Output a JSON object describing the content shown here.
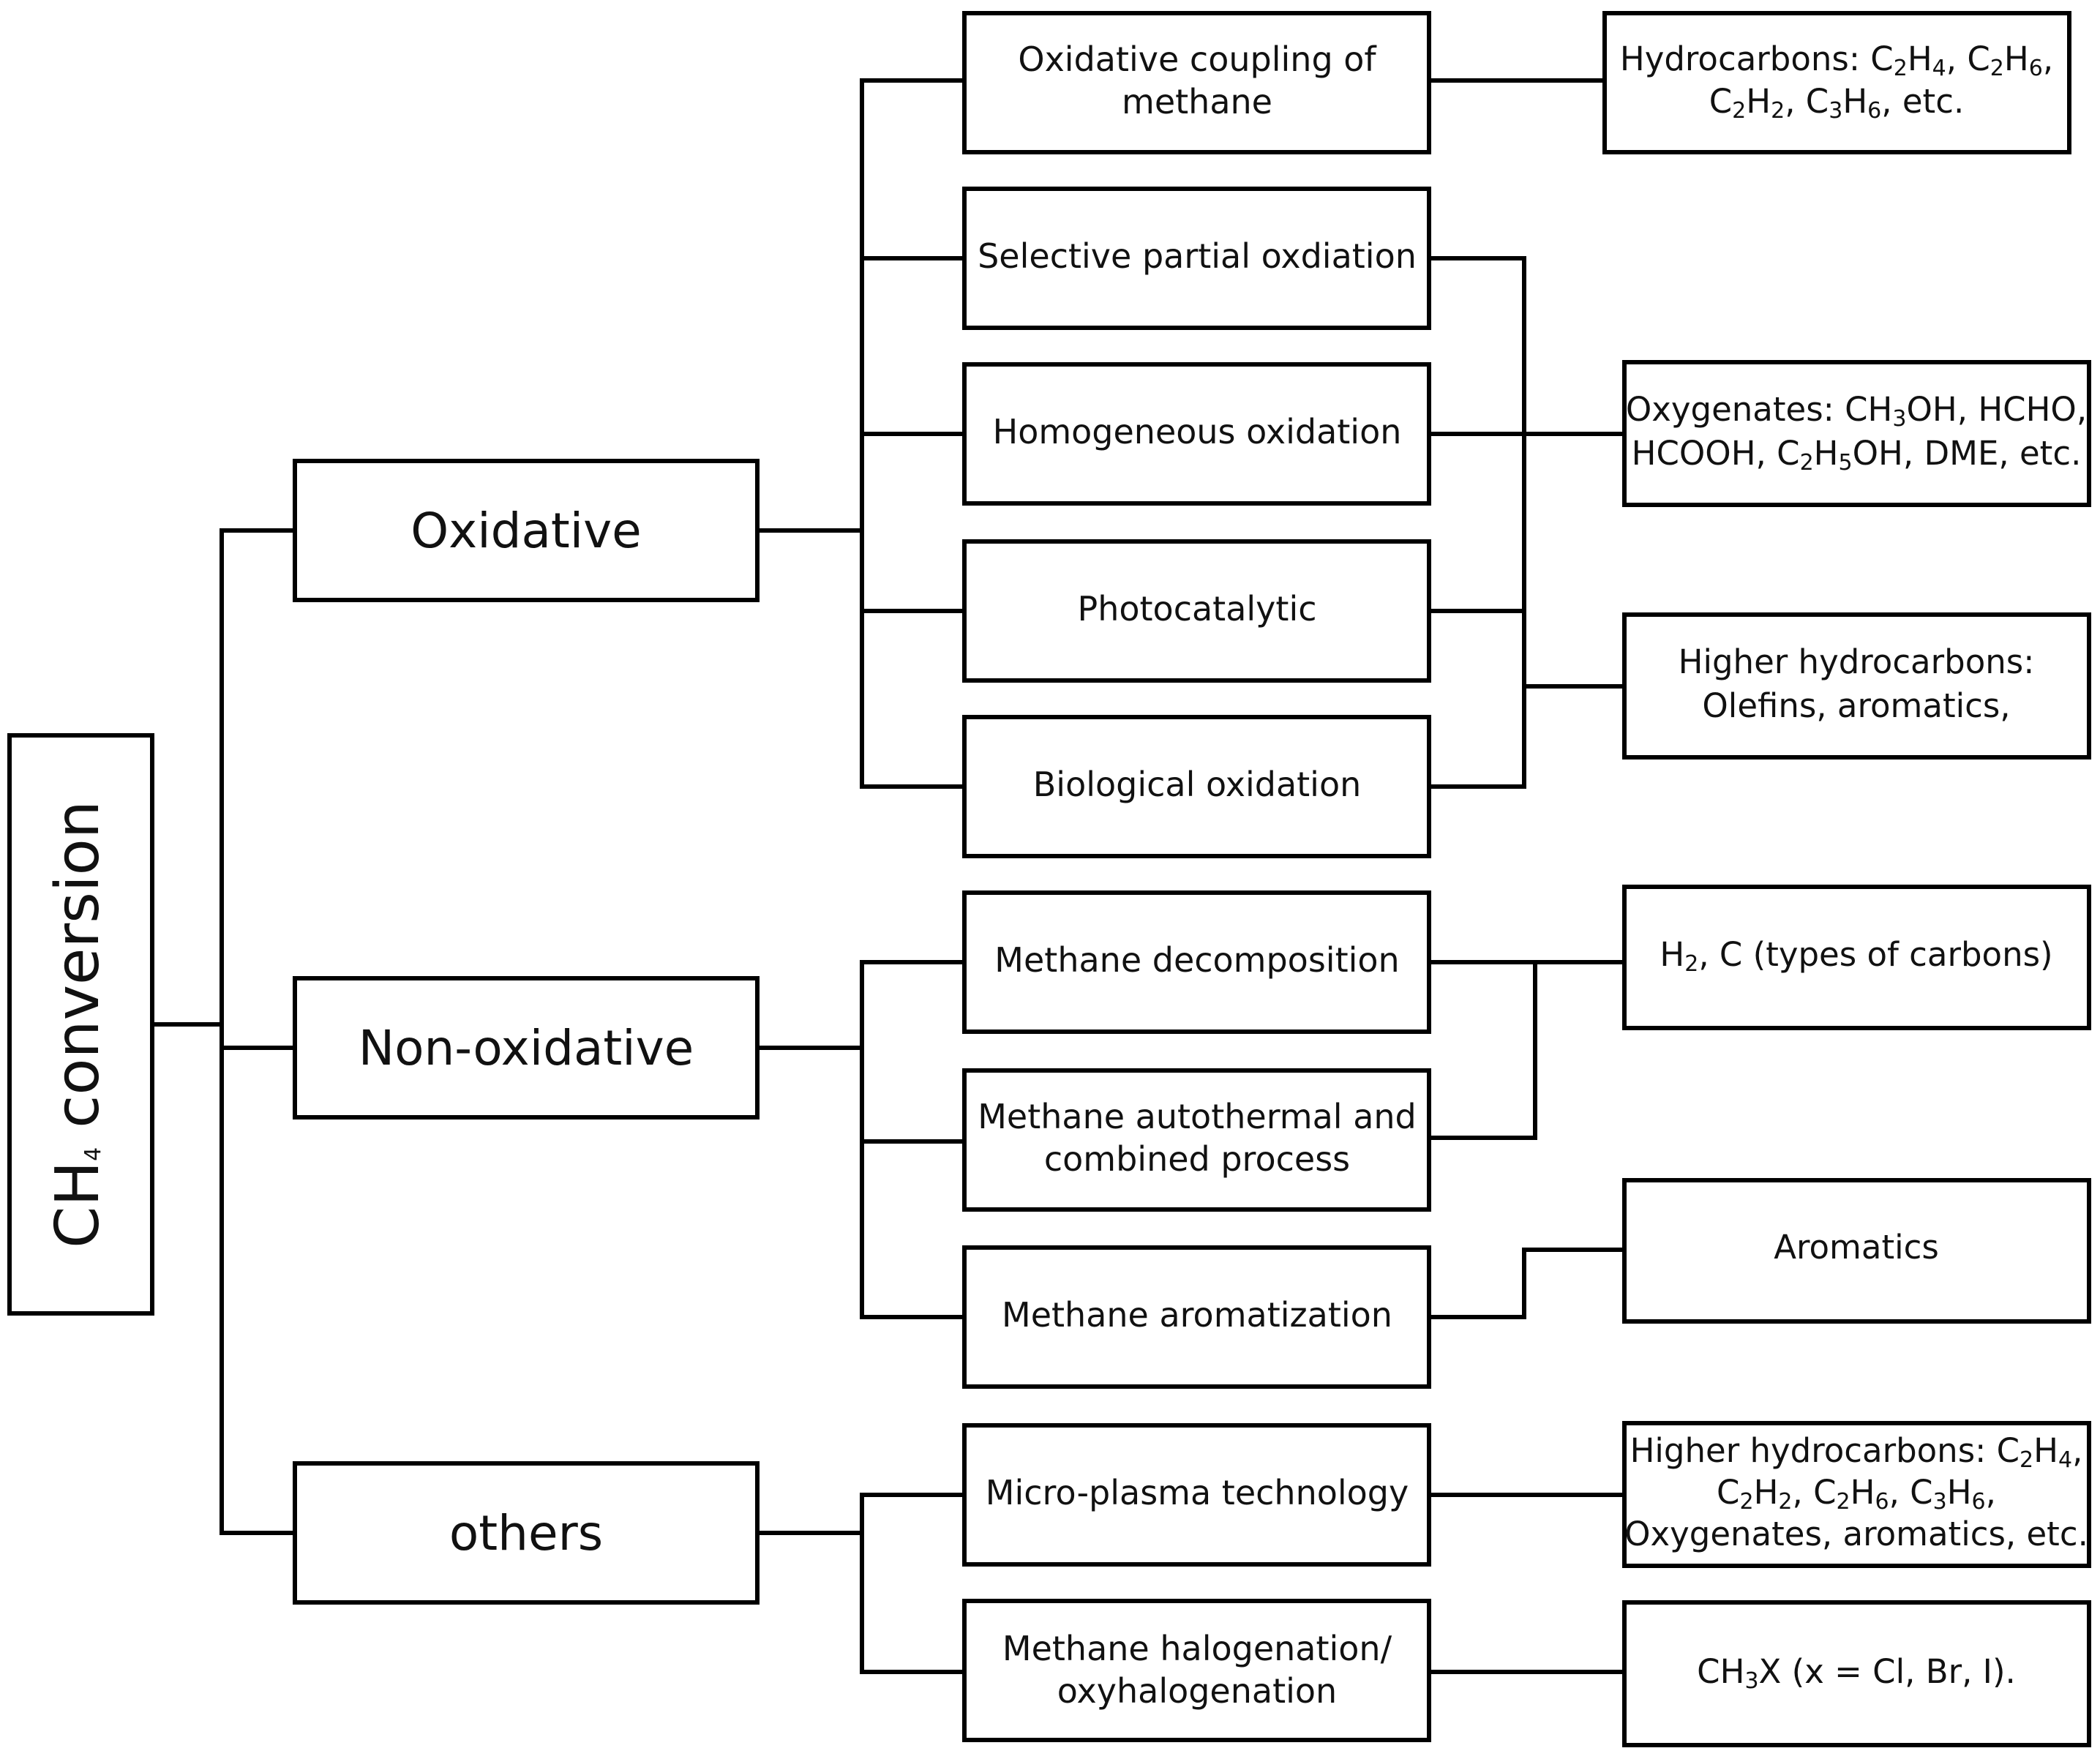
{
  "root": {
    "segments": [
      {
        "t": "CH"
      },
      {
        "t": "4",
        "sub": true
      },
      {
        "t": " conversion"
      }
    ]
  },
  "categories": {
    "oxidative": "Oxidative",
    "non_oxidative": "Non-oxidative",
    "others": "others"
  },
  "processes": {
    "ocm": [
      "Oxidative coupling of",
      "methane"
    ],
    "selective_partial": [
      "Selective partial oxdiation"
    ],
    "homogeneous": [
      "Homogeneous oxidation"
    ],
    "photocatalytic": [
      "Photocatalytic"
    ],
    "biological": [
      "Biological oxidation"
    ],
    "decomposition": [
      "Methane decomposition"
    ],
    "autothermal": [
      "Methane autothermal and",
      "combined process"
    ],
    "aromatization": [
      "Methane aromatization"
    ],
    "microplasma": [
      "Micro-plasma technology"
    ],
    "halogenation": [
      "Methane halogenation/",
      "oxyhalogenation"
    ]
  },
  "products": {
    "hydrocarbons": [
      [
        {
          "t": "Hydrocarbons: C"
        },
        {
          "t": "2",
          "sub": true
        },
        {
          "t": "H"
        },
        {
          "t": "4",
          "sub": true
        },
        {
          "t": ", C"
        },
        {
          "t": "2",
          "sub": true
        },
        {
          "t": "H"
        },
        {
          "t": "6",
          "sub": true
        },
        {
          "t": ","
        }
      ],
      [
        {
          "t": "C"
        },
        {
          "t": "2",
          "sub": true
        },
        {
          "t": "H"
        },
        {
          "t": "2",
          "sub": true
        },
        {
          "t": ", C"
        },
        {
          "t": "3",
          "sub": true
        },
        {
          "t": "H"
        },
        {
          "t": "6",
          "sub": true
        },
        {
          "t": ", etc."
        }
      ]
    ],
    "oxygenates": [
      [
        {
          "t": "Oxygenates: CH"
        },
        {
          "t": "3",
          "sub": true
        },
        {
          "t": "OH, HCHO,"
        }
      ],
      [
        {
          "t": "HCOOH, C"
        },
        {
          "t": "2",
          "sub": true
        },
        {
          "t": "H"
        },
        {
          "t": "5",
          "sub": true
        },
        {
          "t": "OH, DME, etc."
        }
      ]
    ],
    "higher_hydrocarbons": [
      [
        {
          "t": "Higher hydrocarbons:"
        }
      ],
      [
        {
          "t": "Olefins, aromatics,"
        }
      ]
    ],
    "h2_carbon": [
      [
        {
          "t": "H"
        },
        {
          "t": "2",
          "sub": true
        },
        {
          "t": ", C (types of carbons)"
        }
      ]
    ],
    "aromatics": [
      [
        {
          "t": "Aromatics"
        }
      ]
    ],
    "plasma_products": [
      [
        {
          "t": "Higher hydrocarbons: C"
        },
        {
          "t": "2",
          "sub": true
        },
        {
          "t": "H"
        },
        {
          "t": "4",
          "sub": true
        },
        {
          "t": ","
        }
      ],
      [
        {
          "t": "C"
        },
        {
          "t": "2",
          "sub": true
        },
        {
          "t": "H"
        },
        {
          "t": "2",
          "sub": true
        },
        {
          "t": ", C"
        },
        {
          "t": "2",
          "sub": true
        },
        {
          "t": "H"
        },
        {
          "t": "6",
          "sub": true
        },
        {
          "t": ", C"
        },
        {
          "t": "3",
          "sub": true
        },
        {
          "t": "H"
        },
        {
          "t": "6",
          "sub": true
        },
        {
          "t": ","
        }
      ],
      [
        {
          "t": "Oxygenates, aromatics, etc."
        }
      ]
    ],
    "ch3x": [
      [
        {
          "t": "CH"
        },
        {
          "t": "3",
          "sub": true
        },
        {
          "t": "X (x = Cl, Br, I)."
        }
      ]
    ]
  }
}
